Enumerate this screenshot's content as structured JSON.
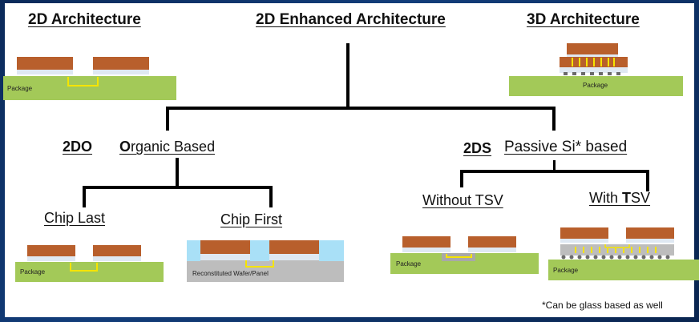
{
  "headers": {
    "arch_2d": "2D Architecture",
    "arch_2d_enhanced": "2D Enhanced Architecture",
    "arch_3d": "3D Architecture"
  },
  "branches": {
    "organic": {
      "code": "2DO",
      "label_first": "O",
      "label_rest": "rganic Based"
    },
    "silicon": {
      "code": "2DS",
      "label": "Passive Si* based"
    }
  },
  "leaves": {
    "chip_last": "Chip Last",
    "chip_first": "Chip First",
    "without_tsv": "Without TSV",
    "with_tsv_prefix": "With ",
    "with_tsv_bold": "T",
    "with_tsv_suffix": "SV"
  },
  "diagram_labels": {
    "package": "Package",
    "reconstituted": "Reconstituted Wafer/Panel"
  },
  "footnote": "*Can be glass based as well",
  "colors": {
    "die": "#b85f2c",
    "package": "#a3c958",
    "bridge": "#f5e400",
    "mold": "#a9e0f7",
    "interposer": "#bdbdbd",
    "underfill": "#dfe8f2",
    "bump": "#6b6b6b"
  }
}
